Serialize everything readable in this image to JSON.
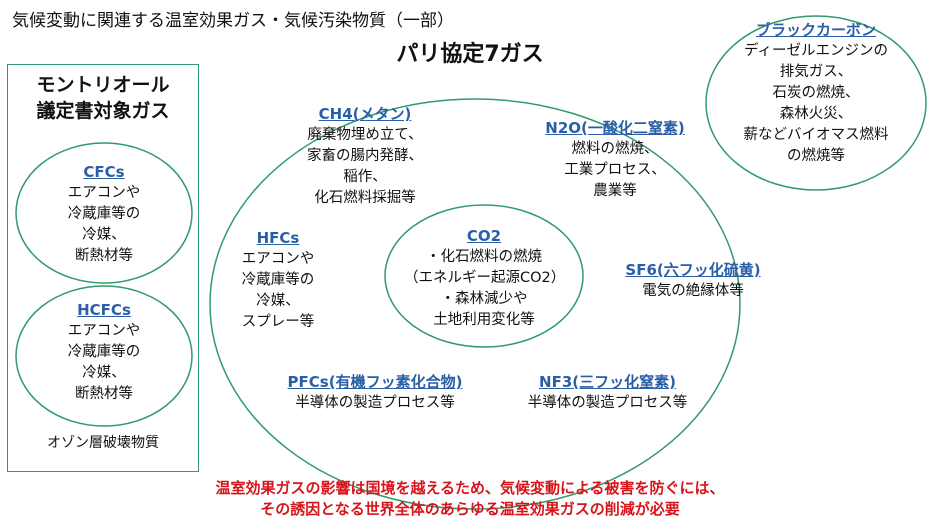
{
  "header": {
    "title": "気候変動に関連する温室効果ガス・気候汚染物質（一部）",
    "paris_title": "パリ協定7ガス"
  },
  "montreal": {
    "title_lines": [
      "モントリオール",
      "議定書対象ガス"
    ],
    "cfcs": {
      "name": "CFCs",
      "lines": [
        "エアコンや",
        "冷蔵庫等の",
        "冷媒、",
        "断熱材等"
      ]
    },
    "hcfcs": {
      "name": "HCFCs",
      "lines": [
        "エアコンや",
        "冷蔵庫等の",
        "冷媒、",
        "断熱材等"
      ]
    },
    "footer": "オゾン層破壊物質"
  },
  "paris": {
    "ch4": {
      "name": "CH4(メタン)",
      "lines": [
        "廃棄物埋め立て、",
        "家畜の腸内発酵、",
        "稲作、",
        "化石燃料採掘等"
      ]
    },
    "n2o": {
      "name": "N2O(一酸化二窒素)",
      "lines": [
        "燃料の燃焼、",
        "工業プロセス、",
        "農業等"
      ]
    },
    "hfcs": {
      "name": "HFCs",
      "lines": [
        "エアコンや",
        "冷蔵庫等の",
        "冷媒、",
        "スプレー等"
      ]
    },
    "co2": {
      "name": "CO2",
      "lines": [
        "・化石燃料の燃焼",
        "（エネルギー起源CO2）",
        "・森林減少や",
        "土地利用変化等"
      ]
    },
    "sf6": {
      "name": "SF6(六フッ化硫黄)",
      "lines": [
        "電気の絶縁体等"
      ]
    },
    "pfcs": {
      "name": "PFCs(有機フッ素化合物)",
      "lines": [
        "半導体の製造プロセス等"
      ]
    },
    "nf3": {
      "name": "NF3(三フッ化窒素)",
      "lines": [
        "半導体の製造プロセス等"
      ]
    }
  },
  "black_carbon": {
    "name": "ブラックカーボン",
    "lines": [
      "ディーゼルエンジンの",
      "排気ガス、",
      "石炭の燃焼、",
      "森林火災、",
      "薪などバイオマス燃料",
      "の燃焼等"
    ]
  },
  "message": {
    "lines": [
      "温室効果ガスの影響は国境を越えるため、気候変動による被害を防ぐには、",
      "その誘因となる世界全体のあらゆる温室効果ガスの削減が必要"
    ]
  },
  "colors": {
    "outline": "#2f9b6b",
    "gas_name": "#2a5fa8",
    "message": "#d8141b"
  }
}
